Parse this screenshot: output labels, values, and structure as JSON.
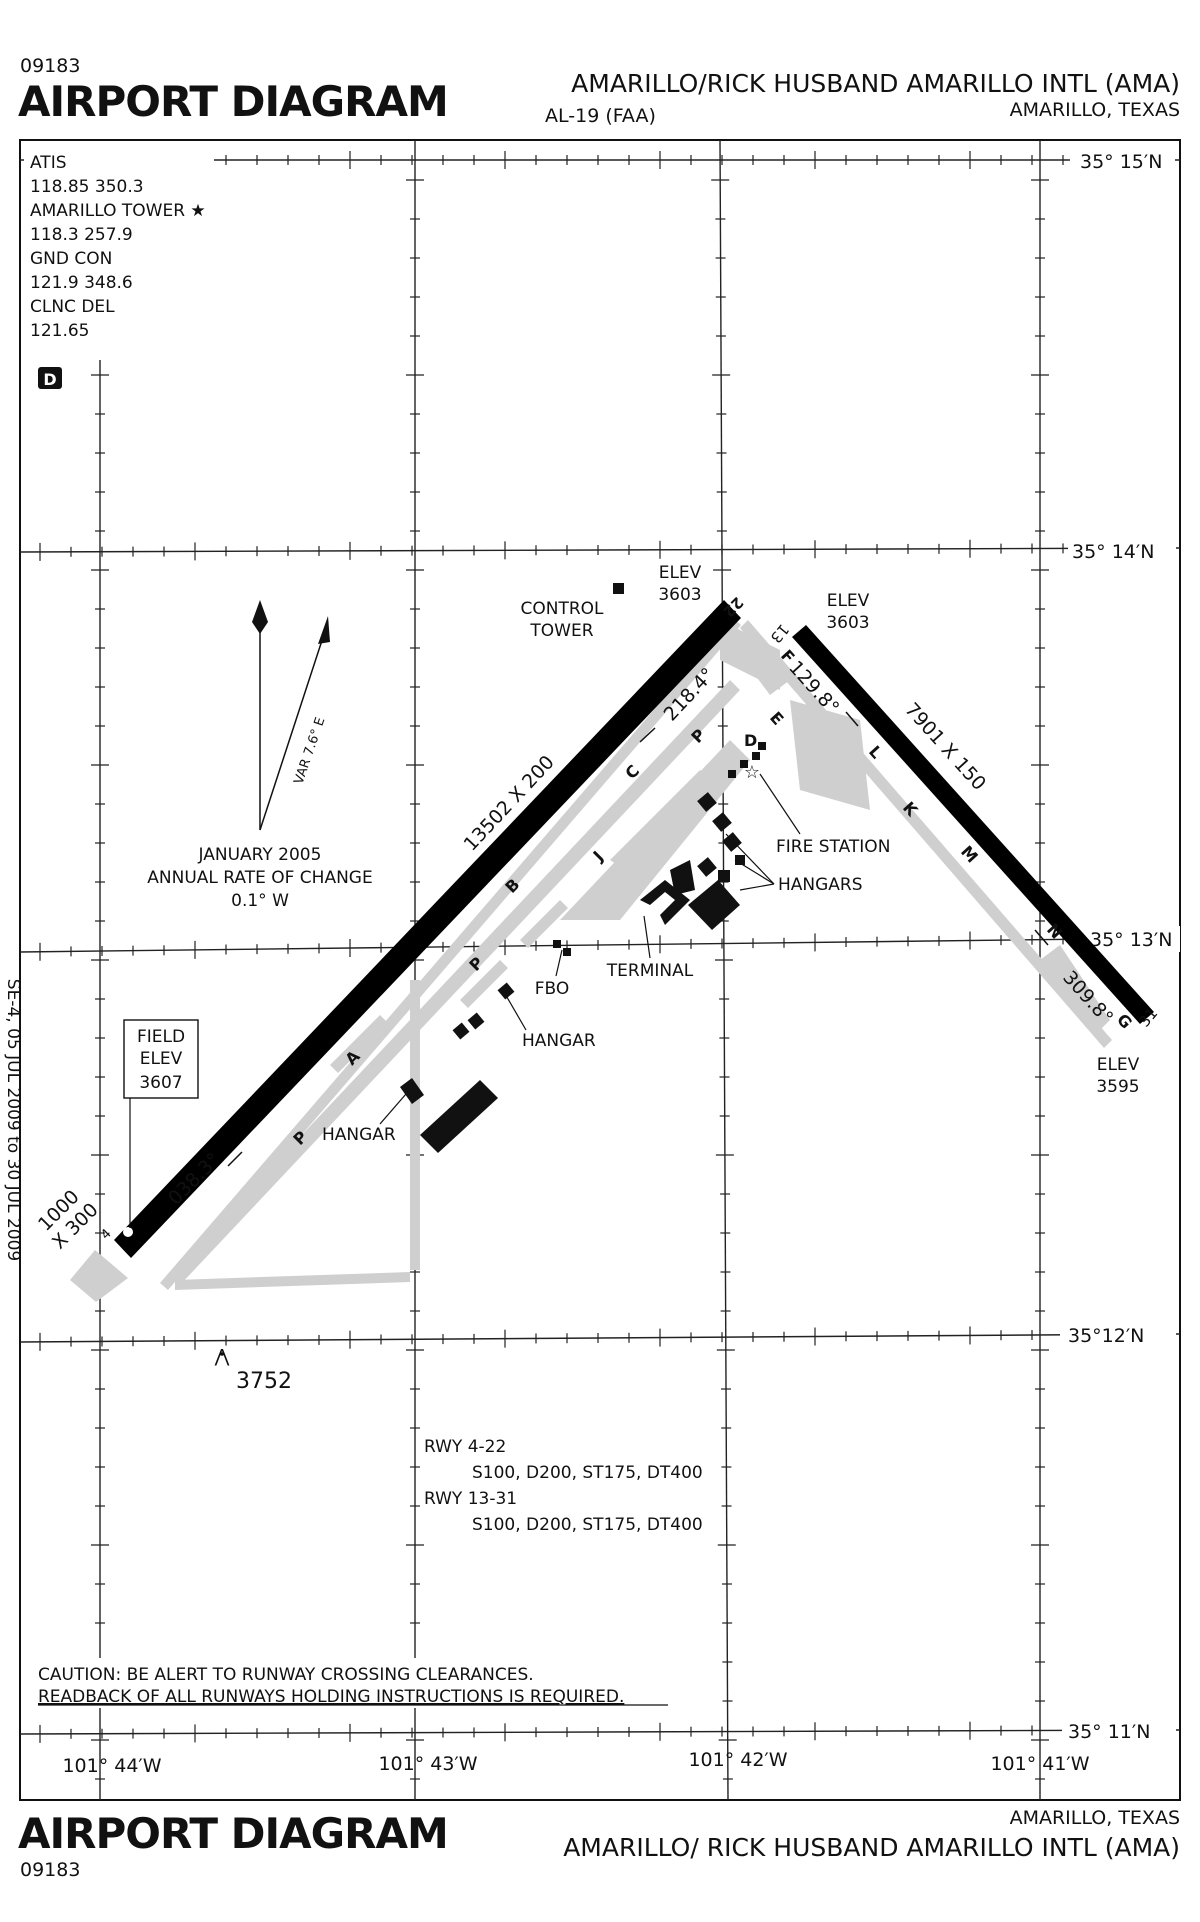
{
  "header": {
    "chart_id": "09183",
    "title": "AIRPORT DIAGRAM",
    "airport_name": "AMARILLO/RICK HUSBAND AMARILLO INTL (AMA)",
    "chart_number": "AL-19 (FAA)",
    "location": "AMARILLO, TEXAS"
  },
  "footer": {
    "title": "AIRPORT DIAGRAM",
    "chart_id": "09183",
    "location": "AMARILLO, TEXAS",
    "airport_name": "AMARILLO/ RICK HUSBAND AMARILLO INTL (AMA)"
  },
  "frequencies": [
    "ATIS",
    "118.85 350.3",
    "AMARILLO TOWER ★",
    "118.3 257.9",
    "GND CON",
    "121.9 348.6",
    "CLNC DEL",
    "121.65"
  ],
  "dvor_badge": "D",
  "latitudes": [
    "35° 15′N",
    "35° 14′N",
    "35° 13′N",
    "35°12′N",
    "35° 11′N"
  ],
  "longitudes": [
    "101° 44′W",
    "101° 43′W",
    "101° 42′W",
    "101° 41′W"
  ],
  "magnetic": {
    "variation": "VAR 7.6° E",
    "date": "JANUARY 2005",
    "rate_label": "ANNUAL RATE OF CHANGE",
    "rate": "0.1° W"
  },
  "runways": {
    "main_dimensions": "13502 X 200",
    "main_heading_sw": "218.4°",
    "main_heading_ne": "038.3°",
    "cross_dimensions": "7901 X 150",
    "cross_heading_nw": "129.8°",
    "cross_heading_se": "309.8°",
    "end_4": "4",
    "end_22": "22",
    "end_13": "13",
    "end_31": "31",
    "overrun": [
      "1000",
      "X 300"
    ]
  },
  "elevations": {
    "elev_label": "ELEV",
    "rwy22": "3603",
    "rwy13": "3603",
    "rwy31": "3595",
    "field_label_1": "FIELD",
    "field_label_2": "ELEV",
    "field": "3607",
    "obstacle": "3752"
  },
  "labels": {
    "control_tower_1": "CONTROL",
    "control_tower_2": "TOWER",
    "fire_station": "FIRE STATION",
    "hangars": "HANGARS",
    "terminal": "TERMINAL",
    "fbo": "FBO",
    "hangar_1": "HANGAR",
    "hangar_2": "HANGAR"
  },
  "taxiways": [
    "P",
    "C",
    "D",
    "E",
    "F",
    "L",
    "K",
    "M",
    "N",
    "G",
    "J",
    "B",
    "P",
    "A",
    "P"
  ],
  "pavement": [
    "RWY 4-22",
    "S100, D200, ST175, DT400",
    "RWY 13-31",
    "S100, D200, ST175, DT400"
  ],
  "caution": [
    "CAUTION: BE ALERT TO RUNWAY CROSSING CLEARANCES.",
    "READBACK OF ALL RUNWAYS HOLDING INSTRUCTIONS IS REQUIRED."
  ],
  "side_note": "SE-4, 05 JUL 2009 to 30 JUL 2009"
}
